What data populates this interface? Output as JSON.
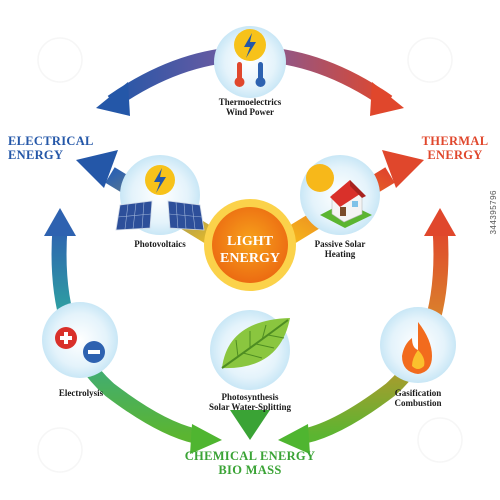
{
  "center": {
    "line1": "LIGHT",
    "line2": "ENERGY"
  },
  "energies": {
    "electrical": {
      "line1": "ELECTRICAL",
      "line2": "ENERGY",
      "color": "#2457a8"
    },
    "thermal": {
      "line1": "THERMAL",
      "line2": "ENERGY",
      "color": "#e0472c"
    },
    "chemical": {
      "line1": "CHEMICAL ENERGY",
      "line2": "BIO MASS",
      "color": "#3aa335"
    }
  },
  "processes": {
    "thermoelectrics": {
      "line1": "Thermoelectrics",
      "line2": "Wind Power",
      "icon": "thermometer-icon"
    },
    "photovoltaics": {
      "line1": "Photovoltaics",
      "icon": "solar-panel-icon"
    },
    "passive_solar": {
      "line1": "Passive Solar",
      "line2": "Heating",
      "icon": "house-icon"
    },
    "photosynthesis": {
      "line1": "Photosynthesis",
      "line2": "Solar Water-Splitting",
      "icon": "leaf-icon"
    },
    "electrolysis": {
      "line1": "Electrolysis",
      "icon": "plus-minus-icon"
    },
    "gasification": {
      "line1": "Gasification",
      "line2": "Combustion",
      "icon": "flame-icon"
    }
  },
  "stock_id": "344395796"
}
